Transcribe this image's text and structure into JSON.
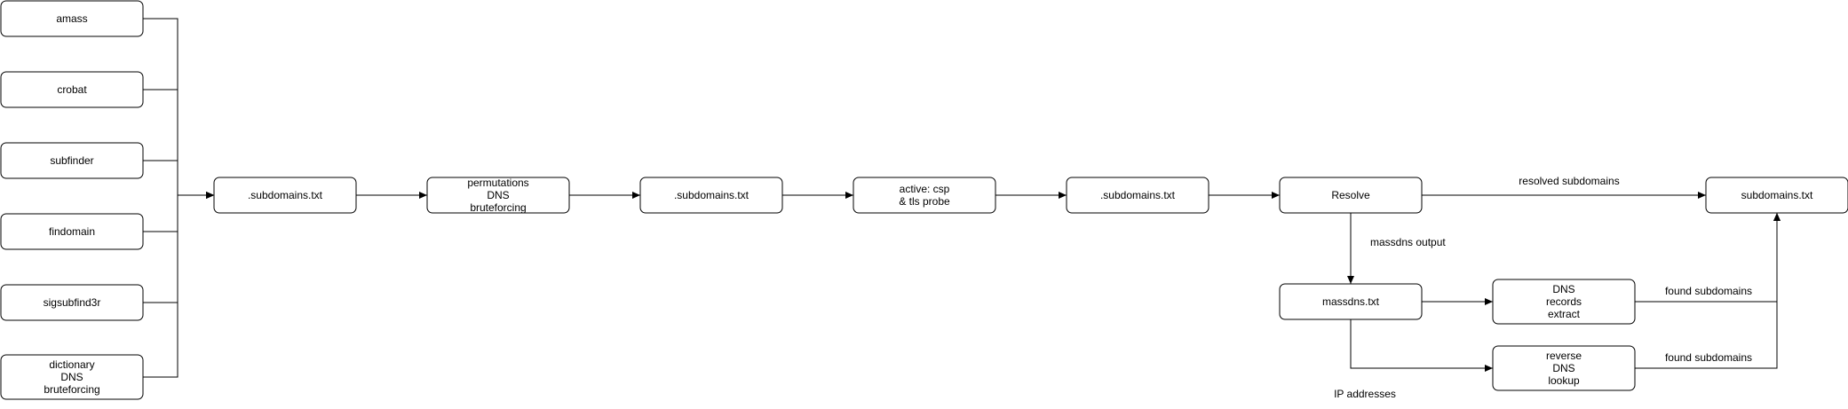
{
  "nodes": [
    {
      "id": "amass",
      "lines": [
        "amass"
      ]
    },
    {
      "id": "crobat",
      "lines": [
        "crobat"
      ]
    },
    {
      "id": "subfinder",
      "lines": [
        "subfinder"
      ]
    },
    {
      "id": "findomain",
      "lines": [
        "findomain"
      ]
    },
    {
      "id": "sigsubfind3r",
      "lines": [
        "sigsubfind3r"
      ]
    },
    {
      "id": "dict-brute",
      "lines": [
        "dictionary",
        "DNS",
        "bruteforcing"
      ]
    },
    {
      "id": "subdomains-1",
      "lines": [
        ".subdomains.txt"
      ]
    },
    {
      "id": "permutations",
      "lines": [
        "permutations",
        "DNS",
        "bruteforcing"
      ]
    },
    {
      "id": "subdomains-2",
      "lines": [
        ".subdomains.txt"
      ]
    },
    {
      "id": "active-probe",
      "lines": [
        "active: csp",
        "& tls probe"
      ]
    },
    {
      "id": "subdomains-3",
      "lines": [
        ".subdomains.txt"
      ]
    },
    {
      "id": "resolve",
      "lines": [
        "Resolve"
      ]
    },
    {
      "id": "final-subdomains",
      "lines": [
        "subdomains.txt"
      ]
    },
    {
      "id": "massdns",
      "lines": [
        "massdns.txt"
      ]
    },
    {
      "id": "dns-records",
      "lines": [
        "DNS",
        "records",
        "extract"
      ]
    },
    {
      "id": "reverse-dns",
      "lines": [
        "reverse",
        "DNS",
        "lookup"
      ]
    }
  ],
  "edges": [
    {
      "id": "amass-to-subdomains",
      "from": "amass",
      "to": "subdomains-1",
      "label": ""
    },
    {
      "id": "crobat-to-subdomains",
      "from": "crobat",
      "to": "subdomains-1",
      "label": ""
    },
    {
      "id": "subfinder-to-subdomains",
      "from": "subfinder",
      "to": "subdomains-1",
      "label": ""
    },
    {
      "id": "findomain-to-subdomains",
      "from": "findomain",
      "to": "subdomains-1",
      "label": ""
    },
    {
      "id": "sigsubfind3r-to-subdomains",
      "from": "sigsubfind3r",
      "to": "subdomains-1",
      "label": ""
    },
    {
      "id": "dict-to-subdomains",
      "from": "dict-brute",
      "to": "subdomains-1",
      "label": ""
    },
    {
      "id": "subdomains1-to-permutations",
      "from": "subdomains-1",
      "to": "permutations",
      "label": ""
    },
    {
      "id": "permutations-to-subdomains2",
      "from": "permutations",
      "to": "subdomains-2",
      "label": ""
    },
    {
      "id": "subdomains2-to-probe",
      "from": "subdomains-2",
      "to": "active-probe",
      "label": ""
    },
    {
      "id": "probe-to-subdomains3",
      "from": "active-probe",
      "to": "subdomains-3",
      "label": ""
    },
    {
      "id": "subdomains3-to-resolve",
      "from": "subdomains-3",
      "to": "resolve",
      "label": ""
    },
    {
      "id": "resolve-to-final",
      "from": "resolve",
      "to": "final-subdomains",
      "label": "resolved subdomains"
    },
    {
      "id": "resolve-to-massdns",
      "from": "resolve",
      "to": "massdns",
      "label": "massdns output"
    },
    {
      "id": "massdns-to-records",
      "from": "massdns",
      "to": "dns-records",
      "label": ""
    },
    {
      "id": "massdns-to-reverse",
      "from": "massdns",
      "to": "reverse-dns",
      "label": "IP addresses"
    },
    {
      "id": "records-to-final",
      "from": "dns-records",
      "to": "final-subdomains",
      "label": "found subdomains"
    },
    {
      "id": "reverse-to-final",
      "from": "reverse-dns",
      "to": "final-subdomains",
      "label": "found subdomains"
    }
  ]
}
